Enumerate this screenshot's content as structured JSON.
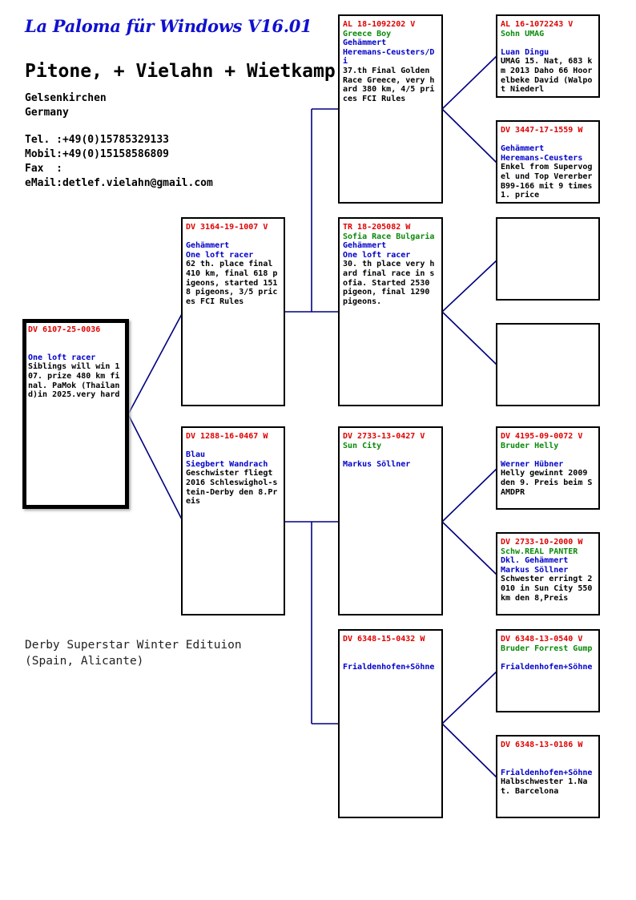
{
  "header": {
    "app_title": "La Paloma für Windows V16.01",
    "owner_name": "Pitone, + Vielahn + Wietkamp",
    "city": "Gelsenkirchen",
    "country": "Germany",
    "tel": "Tel. :+49(0)15785329133",
    "mobil": "Mobil:+49(0)15158586809",
    "fax": "Fax  :",
    "email": "eMail:detlef.vielahn@gmail.com"
  },
  "footer_note": "Derby Superstar Winter Edituion (Spain, Alicante)",
  "colors": {
    "red": "#e00000",
    "green": "#0a8a0a",
    "blue": "#0000c8",
    "line": "#000080"
  },
  "pedigree": {
    "subject": {
      "ring": "DV 6107-25-0036",
      "l1": "",
      "l2": "One loft racer",
      "l3": "Siblings will win 107. prize 480 km final. PaMok (Thailand)in 2025.very hard"
    },
    "sire": {
      "ring": "DV 3164-19-1007 V",
      "l1": "Gehämmert",
      "l2": "One loft racer",
      "l3": "62 th. place final 410 km, final 618 pigeons, started 1518 pigeons, 3/5 prices FCI Rules"
    },
    "dam": {
      "ring": "DV 1288-16-0467 W",
      "l1": "Blau",
      "l2": "Siegbert Wandrach",
      "l3": "Geschwister fliegt 2016 Schleswighol-stein-Derby den 8.Preis"
    },
    "ss": {
      "ring": "AL 18-1092202 V",
      "name": "Greece Boy",
      "l1": "Gehämmert",
      "l2": "Heremans-Ceusters/Di",
      "l3": "37.th Final Golden Race Greece, very hard 380 km, 4/5 prices FCI Rules"
    },
    "sd": {
      "ring": "TR 18-205082 W",
      "name": "Sofia Race Bulgaria",
      "l1": "Gehämmert",
      "l2": "One loft racer",
      "l3": "30. th place very hard final race in sofia. Started 2530 pigeon, final 1290 pigeons."
    },
    "ds": {
      "ring": "DV 2733-13-0427 V",
      "name": "Sun City",
      "l1": "",
      "l2": "Markus Söllner",
      "l3": ""
    },
    "dd": {
      "ring": "DV 6348-15-0432 W",
      "name": "",
      "l1": "",
      "l2": "Frialdenhofen+Söhne",
      "l3": ""
    },
    "sss": {
      "ring": "AL 16-1072243 V",
      "name": "Sohn UMAG",
      "l1": "",
      "l2": "Luan Dingu",
      "l3": "UMAG 15. Nat, 683 km 2013 Daho 66 Hoorelbeke David (Walpot Niederl"
    },
    "ssd": {
      "ring": "DV 3447-17-1559 W",
      "name": "",
      "l1": "Gehämmert",
      "l2": "Heremans-Ceusters",
      "l3": "Enkel from Supervogel und Top Vererber B99-166 mit 9 times 1. price"
    },
    "dss": {
      "ring": "DV 4195-09-0072 V",
      "name": "Bruder Helly",
      "l1": "",
      "l2": "Werner Hübner",
      "l3": "Helly gewinnt 2009 den 9. Preis beim SAMDPR"
    },
    "dsd": {
      "ring": "DV 2733-10-2000 W",
      "name": "Schw.REAL PANTER",
      "l1": "Dkl. Gehämmert",
      "l2": "Markus Söllner",
      "l3": "Schwester erringt 2010 in Sun City 550 km den 8,Preis"
    },
    "dds": {
      "ring": "DV 6348-13-0540 V",
      "name": "Bruder Forrest Gump",
      "l1": "",
      "l2": "Frialdenhofen+Söhne",
      "l3": ""
    },
    "ddd": {
      "ring": "DV 6348-13-0186 W",
      "name": "",
      "l1": "",
      "l2": "Frialdenhofen+Söhne",
      "l3": "Halbschwester 1.Nat. Barcelona"
    }
  }
}
